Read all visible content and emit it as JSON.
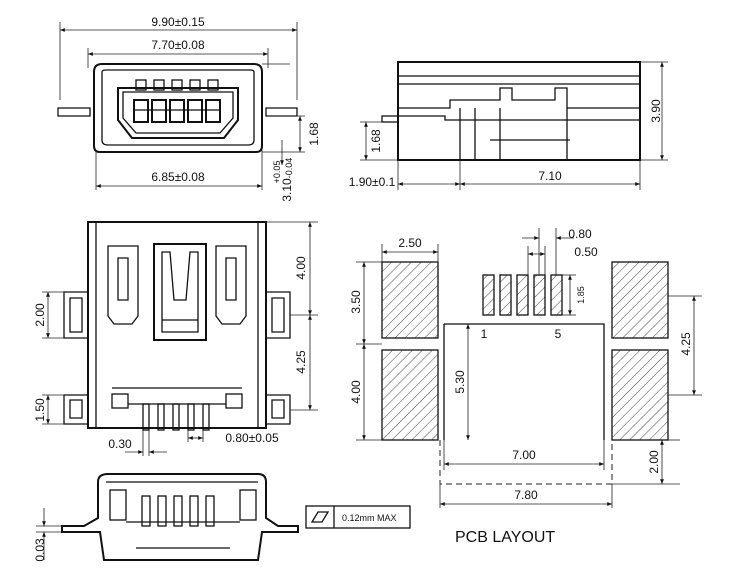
{
  "front_view": {
    "overall_width": "9.90±0.15",
    "inner_width": "7.70±0.08",
    "base_width": "6.85±0.08",
    "pin_height": "1.68",
    "total_height": "3.10",
    "tol_plus": "+0.05",
    "tol_minus": "-0.04"
  },
  "side_view": {
    "height": "3.90",
    "step_height": "1.68",
    "offset": "1.90±0.1",
    "length": "7.10"
  },
  "top_view": {
    "tab_width": "2.00",
    "top_length": "4.00",
    "mid_length": "4.25",
    "tab_width_2": "1.50",
    "pin_width": "0.30",
    "pin_pitch": "0.80±0.05"
  },
  "pcb_layout": {
    "title": "PCB LAYOUT",
    "pad_width": "2.50",
    "pitch": "0.80",
    "pin_pad_width": "0.50",
    "pin_pad_length": "1.85",
    "upper_pad_height": "3.50",
    "lower_pad_height": "4.00",
    "body_height": "5.30",
    "right_span": "4.25",
    "pin_first": "1",
    "pin_last": "5",
    "inner_width": "7.00",
    "outer_width": "7.80",
    "bottom_pad": "2.00"
  },
  "bottom_view": {
    "coplanarity": "0.03",
    "flatness": "0.12mm MAX"
  }
}
